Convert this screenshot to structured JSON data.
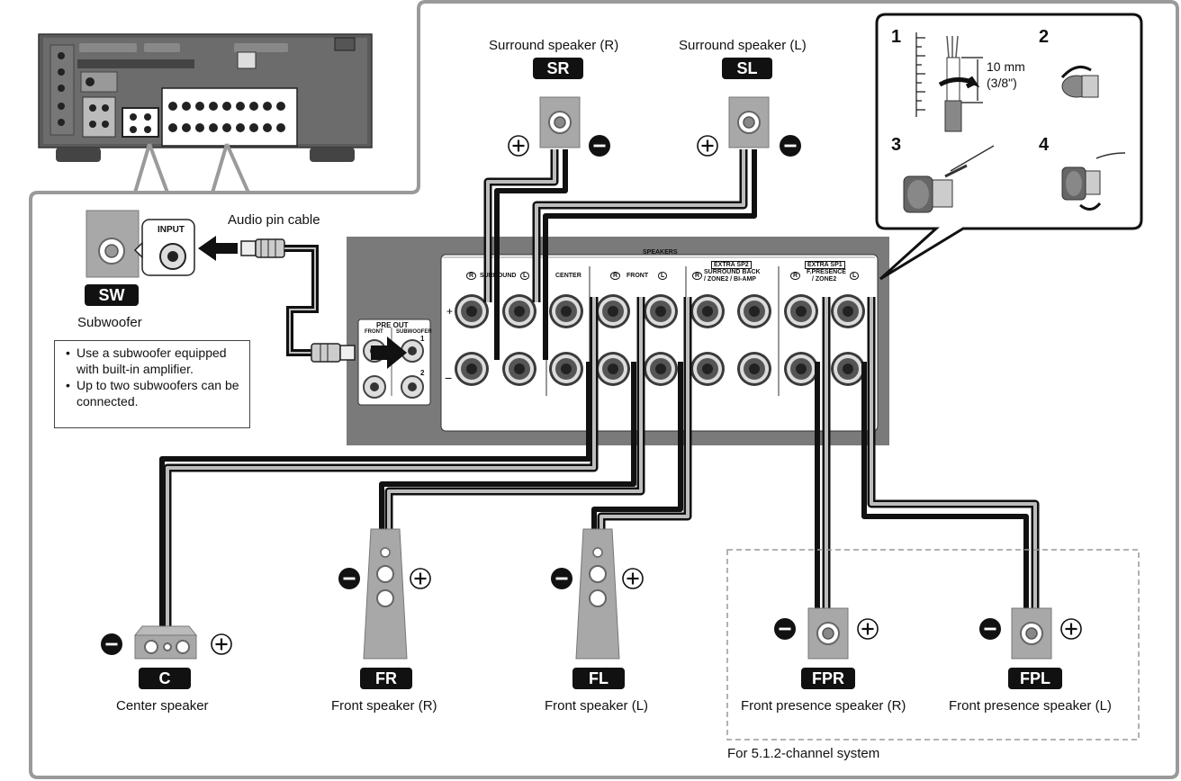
{
  "labels": {
    "surround_r": "Surround speaker (R)",
    "surround_l": "Surround speaker (L)",
    "audio_pin_cable": "Audio pin cable",
    "subwoofer": "Subwoofer",
    "center": "Center speaker",
    "front_r": "Front speaker (R)",
    "front_l": "Front speaker (L)",
    "front_presence_r": "Front presence speaker (R)",
    "front_presence_l": "Front presence speaker (L)",
    "system_note": "For 5.1.2-channel system"
  },
  "badges": {
    "sr": "SR",
    "sl": "SL",
    "sw": "SW",
    "c": "C",
    "fr": "FR",
    "fl": "FL",
    "fpr": "FPR",
    "fpl": "FPL"
  },
  "subwoofer_input": "INPUT",
  "notes": [
    "Use a subwoofer equipped with built-in amplifier.",
    "Up to two subwoofers can be connected."
  ],
  "panel": {
    "speakers": "SPEAKERS",
    "surround": "SURROUND",
    "center": "CENTER",
    "front": "FRONT",
    "extra_sp2": "EXTRA SP2",
    "surround_back_1": "SURROUND BACK",
    "surround_back_2": "/ ZONE2 / BI-AMP",
    "extra_sp1": "EXTRA SP1",
    "fpresence_1": "F.PRESENCE",
    "fpresence_2": "/ ZONE2",
    "pre_out": "PRE OUT",
    "pre_front": "FRONT",
    "pre_subwoofer": "SUBWOOFER",
    "pre_1": "1",
    "pre_2": "2",
    "r_mark": "R",
    "l_mark": "L"
  },
  "steps": {
    "s1": "1",
    "s2": "2",
    "s3": "3",
    "s4": "4",
    "strip_length": "10 mm",
    "strip_length_in": "(3/8\")"
  },
  "colors": {
    "panel_gray": "#7a7a7a",
    "cable_dark": "#111111",
    "cable_light": "#bdbdbd",
    "border_gray": "#9a9a9a"
  }
}
